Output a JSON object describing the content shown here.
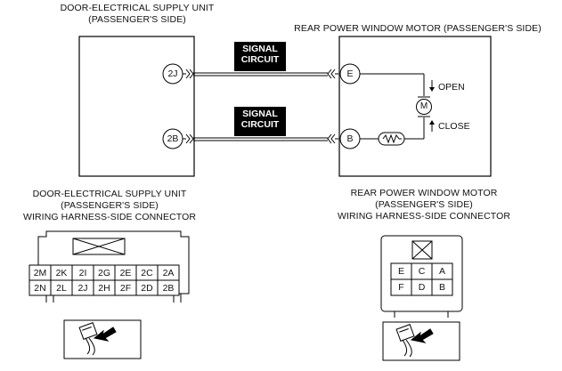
{
  "supply_unit": {
    "title_line1": "DOOR-ELECTRICAL SUPPLY UNIT",
    "title_line2": "(PASSENGER'S SIDE)",
    "terminal_top": "2J",
    "terminal_bottom": "2B"
  },
  "motor": {
    "title": "REAR POWER WINDOW MOTOR (PASSENGER'S SIDE)",
    "terminal_top": "E",
    "terminal_bottom": "B",
    "motor_symbol": "M",
    "open_label": "OPEN",
    "close_label": "CLOSE"
  },
  "signal_circuit_top": {
    "line1": "SIGNAL",
    "line2": "CIRCUIT"
  },
  "signal_circuit_bottom": {
    "line1": "SIGNAL",
    "line2": "CIRCUIT"
  },
  "supply_connector": {
    "title_line1": "DOOR-ELECTRICAL SUPPLY UNIT",
    "title_line2": "(PASSENGER'S SIDE)",
    "title_line3": "WIRING HARNESS-SIDE CONNECTOR",
    "row1": [
      "2M",
      "2K",
      "2I",
      "2G",
      "2E",
      "2C",
      "2A"
    ],
    "row2": [
      "2N",
      "2L",
      "2J",
      "2H",
      "2F",
      "2D",
      "2B"
    ],
    "probe_icon": "connector-probe-icon"
  },
  "motor_connector": {
    "title_line1": "REAR POWER WINDOW MOTOR",
    "title_line2": "(PASSENGER'S SIDE)",
    "title_line3": "WIRING HARNESS-SIDE CONNECTOR",
    "row1": [
      "E",
      "C",
      "A"
    ],
    "row2": [
      "F",
      "D",
      "B"
    ],
    "probe_icon": "connector-probe-icon"
  }
}
